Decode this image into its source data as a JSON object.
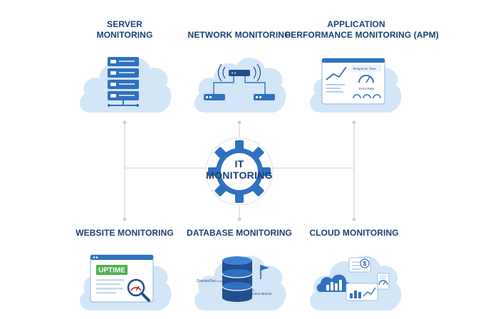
{
  "hub": {
    "line1": "IT",
    "line2": "MONITORING"
  },
  "sections": {
    "server": {
      "title_line1": "SERVER",
      "title_line2": "MONITORING"
    },
    "network": {
      "title": "NETWORK MONITORING"
    },
    "apm": {
      "title_line1": "APPLICATION",
      "title_line2": "PERFORMANCE MONITORING (APM)",
      "panel_label": "Response Time",
      "gauge_label": "Error Rate"
    },
    "website": {
      "title": "WEBSITE MONITORING",
      "badge": "UPTIME"
    },
    "database": {
      "title": "DATABASE MONITORING",
      "queries_label": "Queries/Sec",
      "metrics_line1": "Conn",
      "metrics_line2": "Connection Metrics"
    },
    "cloud": {
      "title": "CLOUD MONITORING",
      "dollar": "$"
    }
  },
  "colors": {
    "title": "#1c3f74",
    "cloud_fill": "#d3e6f7",
    "accent_blue": "#2f71c0",
    "dark_blue": "#1f4f8c",
    "connector": "#d6d6d6",
    "green": "#4caf50"
  }
}
